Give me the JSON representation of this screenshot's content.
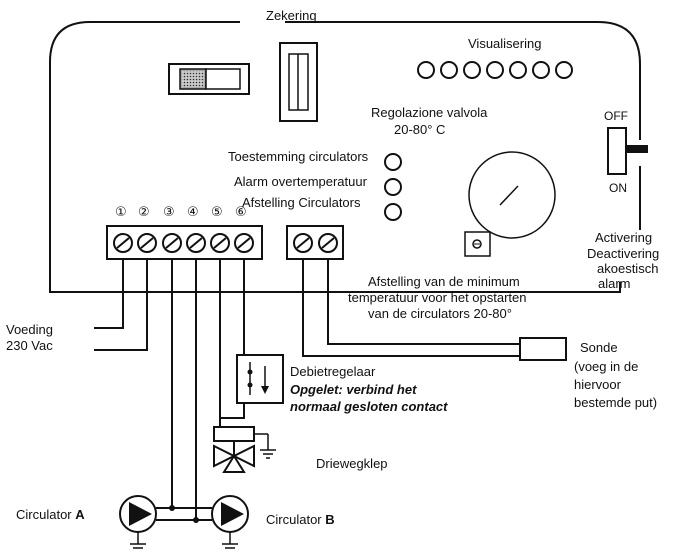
{
  "labels": {
    "fuse": "Zekering",
    "display": "Visualisering",
    "valve_line1": "Regolazione valvola",
    "valve_line2": "20-80° C",
    "switch_off": "OFF",
    "switch_on": "ON",
    "led1": "Toestemming circulators",
    "led2": "Alarm overtemperatuur",
    "led3": "Afstelling Circulators",
    "terminals": [
      "①",
      "②",
      "③",
      "④",
      "⑤",
      "⑥"
    ],
    "activation_line1": "Activering",
    "activation_line2": "Deactivering",
    "activation_line3": "akoestisch",
    "activation_line4": "alarm",
    "minimum_line1": "Afstelling van de minimum",
    "minimum_line2": "temperatuur voor het opstarten",
    "minimum_line3": "van de circulators 20-80°",
    "power_line1": "Voeding",
    "power_line2": "230 Vac",
    "sensor_line1": "Sonde",
    "sensor_line2": "(voeg in de",
    "sensor_line3": "hiervoor",
    "sensor_line4": "bestemde put)",
    "flow_line1": "Debietregelaar",
    "flow_line2": "Opgelet: verbind het",
    "flow_line3": "normaal gesloten contact",
    "three_way": "Driewegklep",
    "circ_a_text": "Circulator ",
    "circ_a_letter": "A",
    "circ_b_text": "Circulator ",
    "circ_b_letter": "B"
  }
}
